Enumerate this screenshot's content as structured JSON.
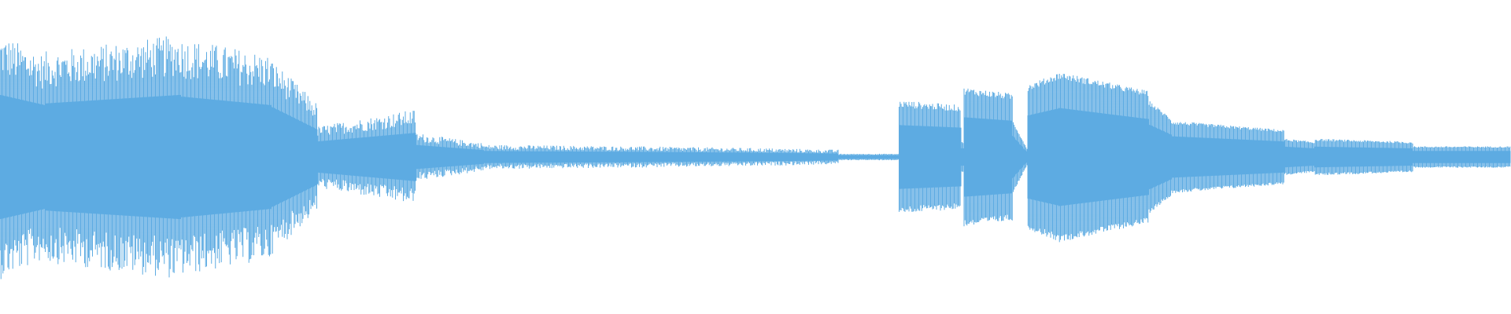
{
  "waveform": {
    "color": "#5dabe2",
    "background": "#ffffff",
    "segments": [
      {
        "t0": 0.0,
        "t1": 0.03,
        "amp0": 0.72,
        "amp1": 0.6,
        "jitter": 0.45,
        "density": 1.0
      },
      {
        "t0": 0.03,
        "t1": 0.12,
        "amp0": 0.62,
        "amp1": 0.72,
        "jitter": 0.45,
        "density": 1.0
      },
      {
        "t0": 0.12,
        "t1": 0.18,
        "amp0": 0.7,
        "amp1": 0.6,
        "jitter": 0.45,
        "density": 1.0
      },
      {
        "t0": 0.18,
        "t1": 0.21,
        "amp0": 0.58,
        "amp1": 0.32,
        "jitter": 0.4,
        "density": 1.0
      },
      {
        "t0": 0.21,
        "t1": 0.275,
        "amp0": 0.18,
        "amp1": 0.28,
        "jitter": 0.45,
        "density": 1.0
      },
      {
        "t0": 0.275,
        "t1": 0.32,
        "amp0": 0.14,
        "amp1": 0.08,
        "jitter": 0.5,
        "density": 1.0
      },
      {
        "t0": 0.32,
        "t1": 0.42,
        "amp0": 0.07,
        "amp1": 0.06,
        "jitter": 0.55,
        "density": 1.0
      },
      {
        "t0": 0.42,
        "t1": 0.5,
        "amp0": 0.06,
        "amp1": 0.05,
        "jitter": 0.6,
        "density": 1.0
      },
      {
        "t0": 0.5,
        "t1": 0.555,
        "amp0": 0.05,
        "amp1": 0.04,
        "jitter": 0.65,
        "density": 1.0
      },
      {
        "t0": 0.555,
        "t1": 0.595,
        "amp0": 0.02,
        "amp1": 0.02,
        "jitter": 0.3,
        "density": 1.0
      },
      {
        "t0": 0.595,
        "t1": 0.636,
        "amp0": 0.37,
        "amp1": 0.34,
        "jitter": 0.15,
        "density": 1.0
      },
      {
        "t0": 0.636,
        "t1": 0.638,
        "amp0": 0.1,
        "amp1": 0.1,
        "jitter": 0.1,
        "density": 1.0
      },
      {
        "t0": 0.638,
        "t1": 0.67,
        "amp0": 0.46,
        "amp1": 0.42,
        "jitter": 0.12,
        "density": 1.0
      },
      {
        "t0": 0.67,
        "t1": 0.68,
        "amp0": 0.25,
        "amp1": 0.05,
        "jitter": 0.1,
        "density": 1.0
      },
      {
        "t0": 0.68,
        "t1": 0.7,
        "amp0": 0.48,
        "amp1": 0.56,
        "jitter": 0.1,
        "density": 1.0
      },
      {
        "t0": 0.7,
        "t1": 0.76,
        "amp0": 0.57,
        "amp1": 0.44,
        "jitter": 0.1,
        "density": 1.0
      },
      {
        "t0": 0.76,
        "t1": 0.775,
        "amp0": 0.38,
        "amp1": 0.26,
        "jitter": 0.1,
        "density": 1.0
      },
      {
        "t0": 0.775,
        "t1": 0.85,
        "amp0": 0.24,
        "amp1": 0.18,
        "jitter": 0.12,
        "density": 1.0
      },
      {
        "t0": 0.85,
        "t1": 0.87,
        "amp0": 0.12,
        "amp1": 0.1,
        "jitter": 0.15,
        "density": 1.0
      },
      {
        "t0": 0.87,
        "t1": 0.935,
        "amp0": 0.12,
        "amp1": 0.1,
        "jitter": 0.15,
        "density": 1.0
      },
      {
        "t0": 0.935,
        "t1": 1.0,
        "amp0": 0.07,
        "amp1": 0.07,
        "jitter": 0.15,
        "density": 1.0
      }
    ]
  }
}
